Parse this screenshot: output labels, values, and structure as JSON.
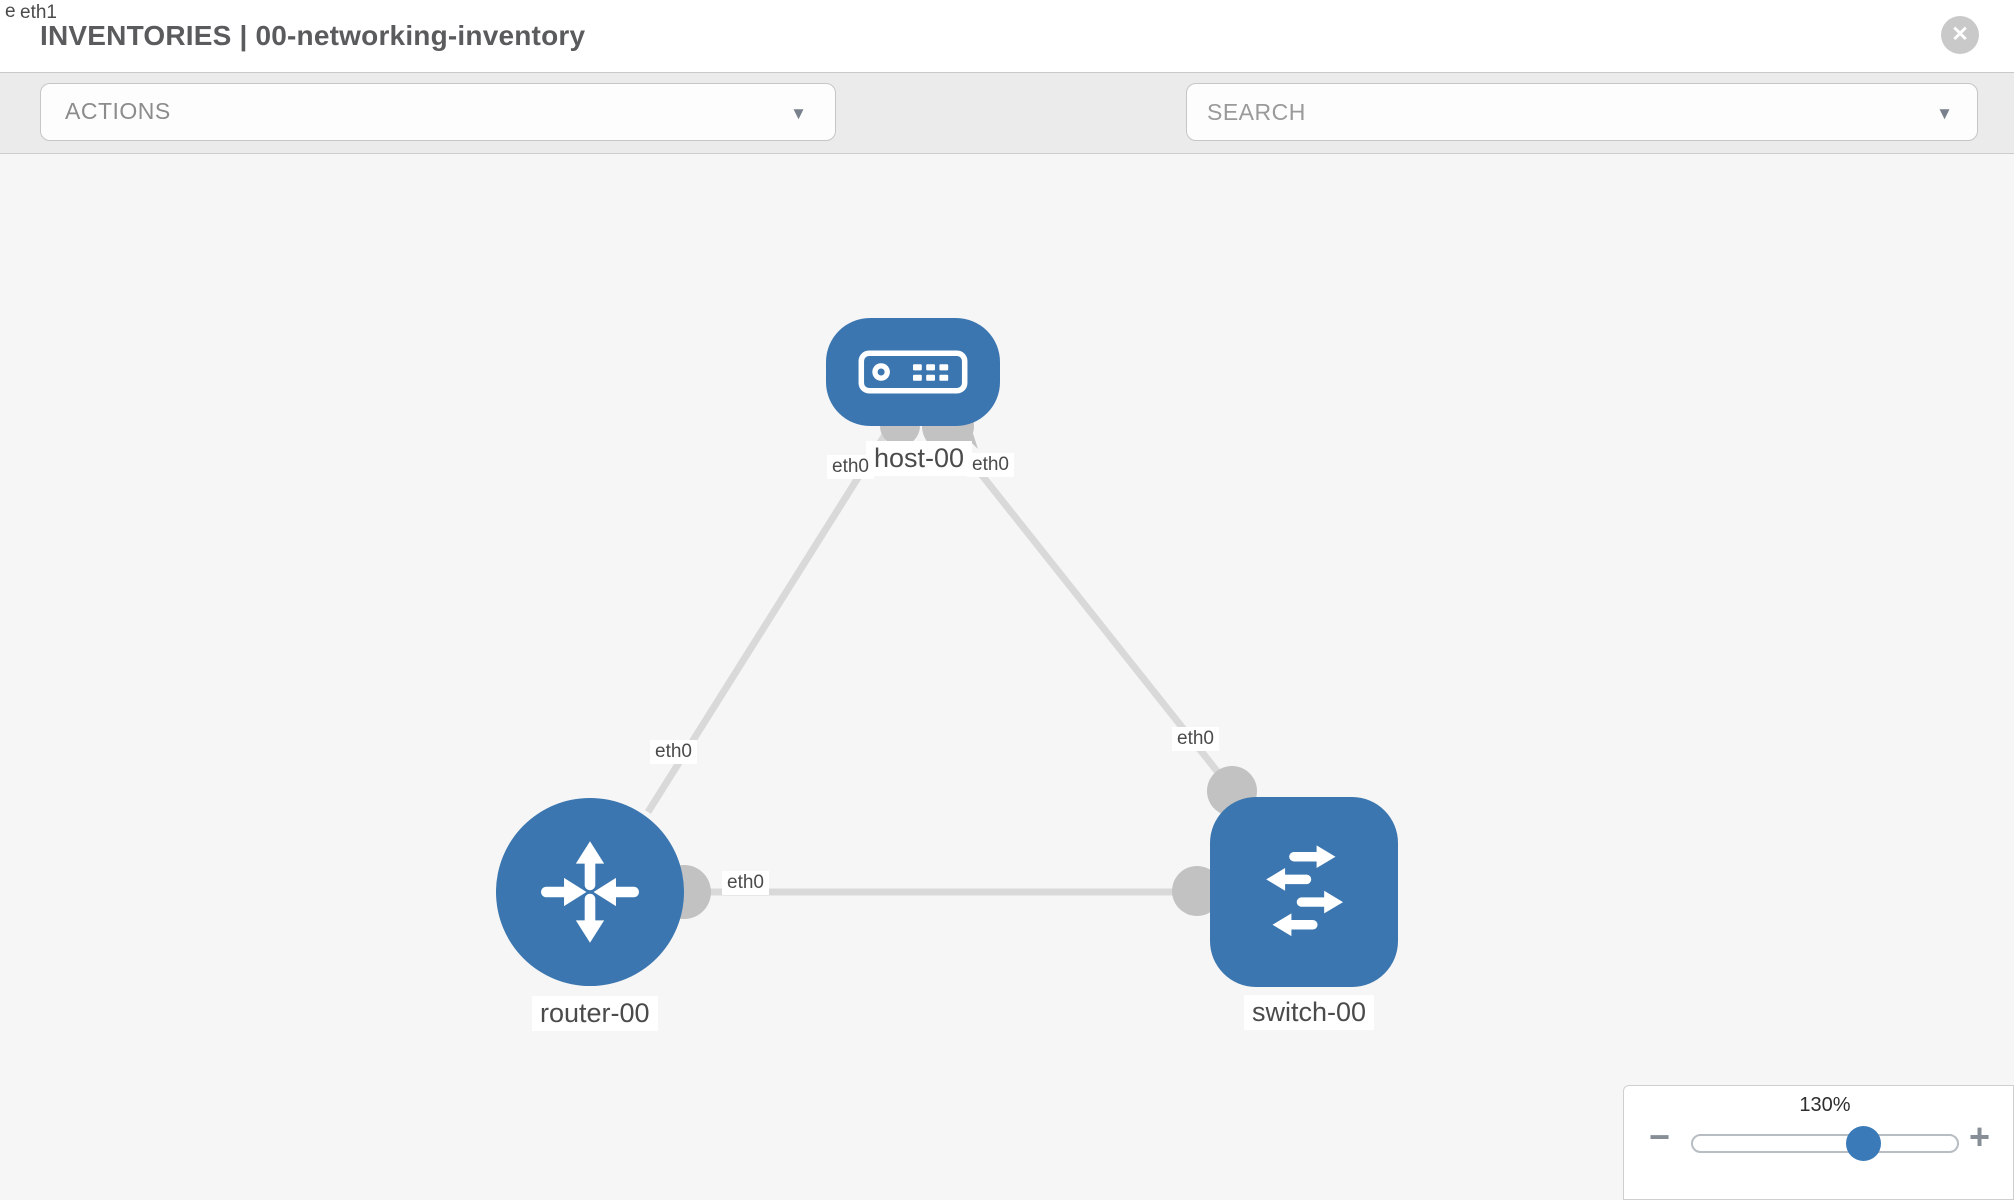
{
  "header": {
    "title": "INVENTORIES | 00-networking-inventory",
    "close_glyph": "✕"
  },
  "toolbar": {
    "actions": {
      "label": "ACTIONS",
      "caret": "▼"
    },
    "search": {
      "placeholder": "SEARCH",
      "caret": "▼"
    },
    "icons": [
      "wrench-icon",
      "key-icon"
    ]
  },
  "topology": {
    "nodes": [
      {
        "id": "host-00",
        "type": "host",
        "label": "host-00"
      },
      {
        "id": "router-00",
        "type": "router",
        "label": "router-00"
      },
      {
        "id": "switch-00",
        "type": "switch",
        "label": "switch-00"
      }
    ],
    "links": [
      {
        "from": "host-00",
        "to": "router-00",
        "from_interface": "eth0",
        "to_interface": "eth0"
      },
      {
        "from": "host-00",
        "to": "switch-00",
        "from_interface": "eth0",
        "to_interface": "eth0"
      },
      {
        "from": "router-00",
        "to": "switch-00",
        "from_interface": "eth0",
        "to_interface": "eth1",
        "to_interface_hidden": "eth0"
      }
    ]
  },
  "zoom_control": {
    "level": "130%",
    "minus_glyph": "−",
    "plus_glyph": "+"
  },
  "colors": {
    "node_blue": "#3b76b0",
    "link_gray": "#d9d9d9",
    "connector_gray": "#c2c2c2",
    "canvas_bg": "#f6f6f6",
    "toolbar_bg": "#ebebeb",
    "thumb_blue": "#3a7ab8"
  }
}
